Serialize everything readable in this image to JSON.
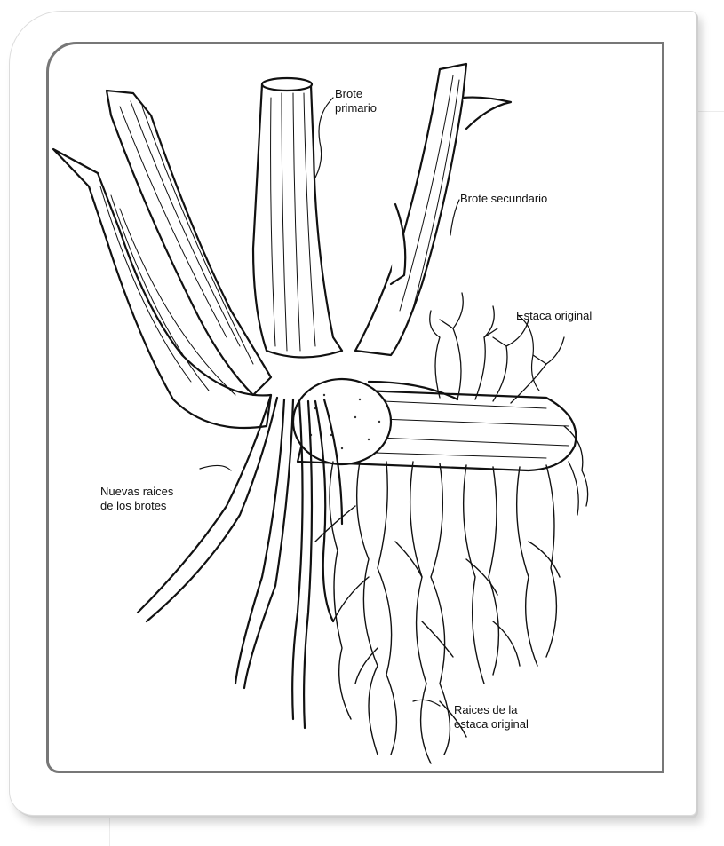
{
  "figure": {
    "labels": {
      "primary_shoot": "Brote\nprimario",
      "secondary_shoot": "Brote secundario",
      "original_cutting": "Estaca original",
      "new_shoot_roots": "Nuevas raices\nde los brotes",
      "cutting_roots": "Raices de la\nestaca original"
    }
  }
}
